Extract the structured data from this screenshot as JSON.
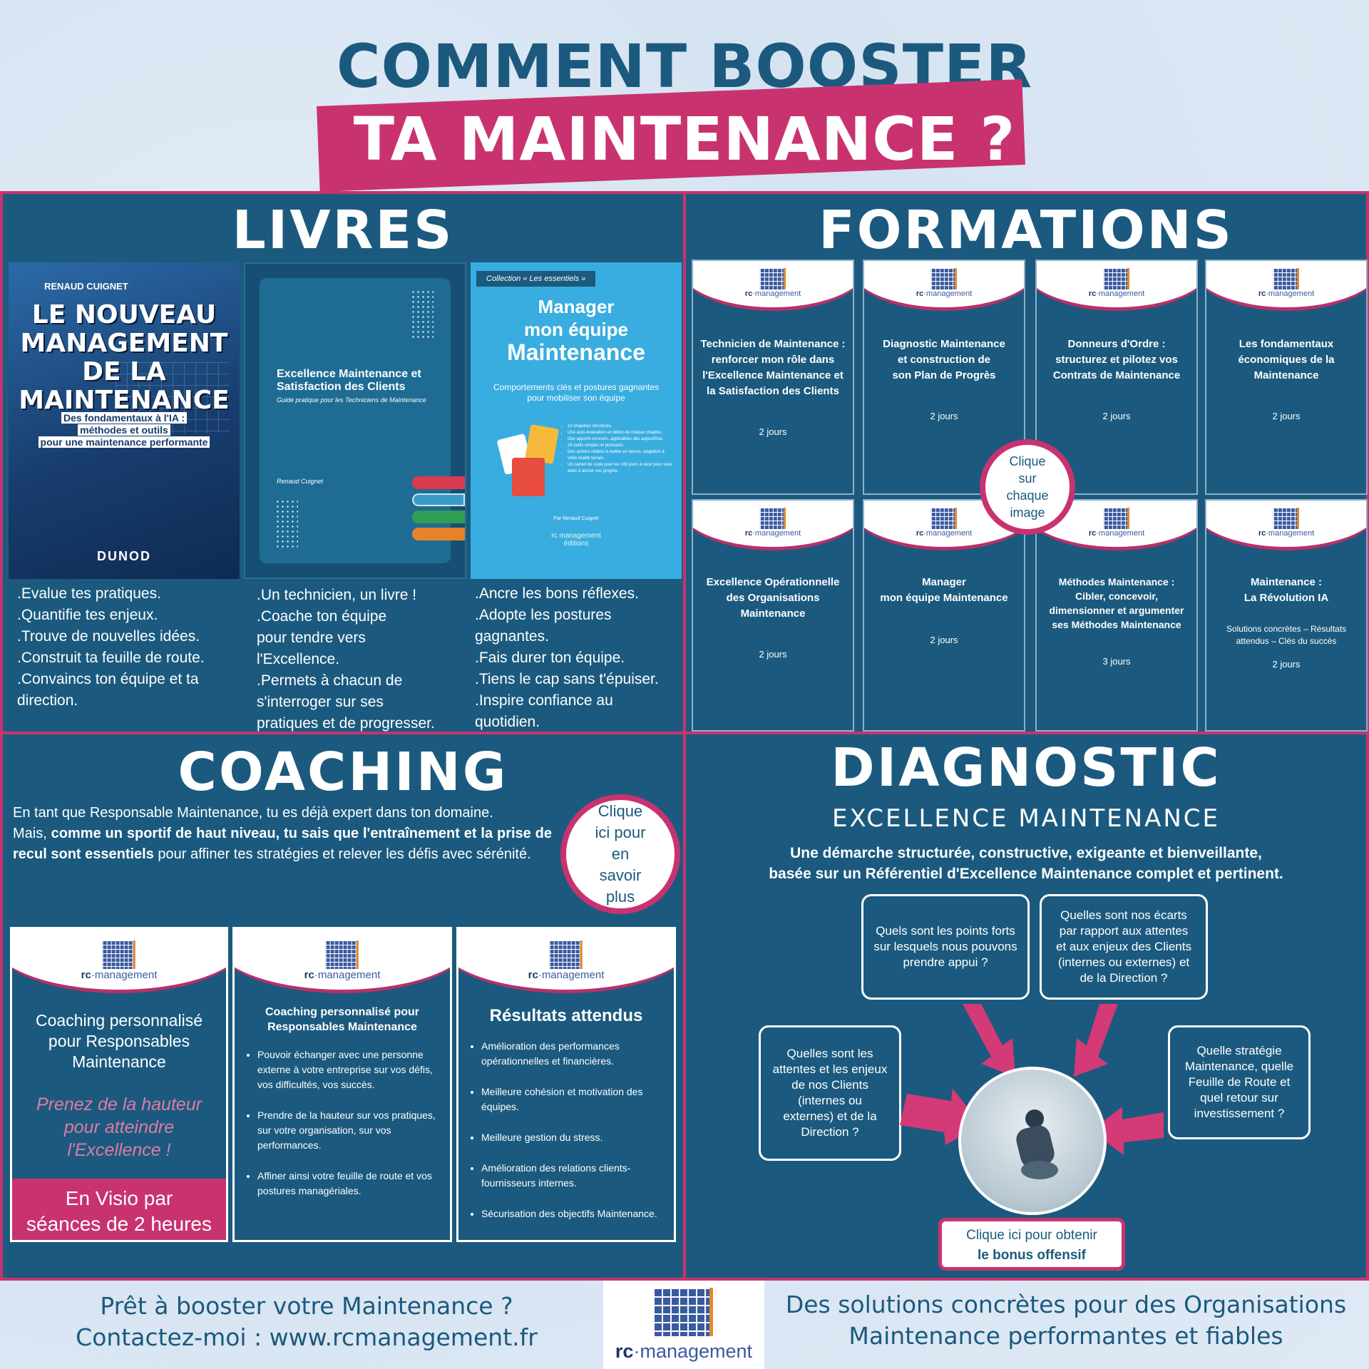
{
  "header": {
    "line1": "COMMENT BOOSTER",
    "line2": "TA MAINTENANCE ?"
  },
  "livres": {
    "title": "LIVRES",
    "books": [
      {
        "author": "RENAUD CUIGNET",
        "title_lines": [
          "LE NOUVEAU",
          "MANAGEMENT",
          "DE LA",
          "MAINTENANCE"
        ],
        "subtitle_lines": [
          "Des fondamentaux à l'IA :",
          "méthodes et outils",
          "pour une maintenance performante"
        ],
        "publisher": "DUNOD",
        "bullets": [
          ".Evalue tes pratiques.",
          ".Quantifie tes enjeux.",
          ".Trouve de nouvelles idées.",
          ".Construit ta feuille de route.",
          ".Convaincs ton équipe et ta",
          "direction."
        ]
      },
      {
        "title": "Excellence Maintenance et Satisfaction des Clients",
        "subtitle": "Guide pratique pour les Techniciens de Maintenance",
        "author": "Renaud Cuignet",
        "bullets": [
          ".Un technicien, un livre !",
          ".Coache ton équipe",
          "pour tendre vers",
          "l'Excellence.",
          ".Permets à chacun de",
          "s'interroger sur ses",
          "pratiques et de progresser."
        ]
      },
      {
        "collection": "Collection « Les essentiels »",
        "title_lines": [
          "Manager",
          "mon équipe",
          "Maintenance"
        ],
        "subtitle": "Comportements clés et postures gagnantes pour mobiliser son équipe",
        "list": [
          "10 chapitres structurés.",
          "Une auto-évaluation en début de chaque chapitre.",
          "Des apports concrets, applicables dès aujourd'hui.",
          "24 outils simples et puissants.",
          "Des actions ciblées à mettre en œuvre, adaptées à votre réalité terrain.",
          "Un carnet de route pour les 100 jours à venir pour vous aider à ancrer vos progrès."
        ],
        "author": "Par Renaud Cuignet",
        "brand": "rc management",
        "brand2": "éditions",
        "bullets": [
          ".Ancre les bons réflexes.",
          ".Adopte les postures",
          "gagnantes.",
          ".Fais durer ton équipe.",
          ".Tiens le cap sans t'épuiser.",
          ".Inspire confiance au",
          "quotidien."
        ]
      }
    ]
  },
  "logo": {
    "rc": "rc",
    "sep": "·",
    "name": "management"
  },
  "formations": {
    "title": "FORMATIONS",
    "cards": [
      {
        "lines": [
          "Technicien de Maintenance :",
          "renforcer mon rôle dans",
          "l'Excellence Maintenance et",
          "la Satisfaction des Clients"
        ],
        "days": "2 jours"
      },
      {
        "lines": [
          "Diagnostic Maintenance",
          "et construction de",
          "son Plan de Progrès"
        ],
        "days": "2 jours"
      },
      {
        "lines": [
          "Donneurs d'Ordre :",
          "structurez et pilotez vos",
          "Contrats de Maintenance"
        ],
        "days": "2 jours"
      },
      {
        "lines": [
          "Les fondamentaux",
          "économiques de la",
          "Maintenance"
        ],
        "days": "2 jours"
      },
      {
        "lines": [
          "Excellence Opérationnelle",
          "des Organisations",
          "Maintenance"
        ],
        "days": "2 jours"
      },
      {
        "lines": [
          "Manager",
          "mon équipe Maintenance"
        ],
        "days": "2 jours"
      },
      {
        "lines": [
          "Méthodes Maintenance :",
          "Cibler, concevoir,",
          "dimensionner et argumenter",
          "ses Méthodes Maintenance"
        ],
        "days": "3 jours"
      },
      {
        "lines": [
          "Maintenance :",
          "La Révolution IA"
        ],
        "extra": [
          "Solutions concrètes – Résultats",
          "attendus – Clés du succès"
        ],
        "days": "2 jours"
      }
    ],
    "click_lines": [
      "Clique",
      "sur",
      "chaque",
      "image"
    ]
  },
  "coaching": {
    "title": "COACHING",
    "intro1": "En tant que Responsable Maintenance, tu es déjà expert dans ton domaine.",
    "intro2a": "Mais, ",
    "intro2b": "comme un sportif de haut niveau, tu sais que l'entraînement et la prise de recul sont essentiels",
    "intro2c": " pour affiner tes stratégies et relever les défis avec sérénité.",
    "click_lines": [
      "Clique",
      "ici pour",
      "en",
      "savoir",
      "plus"
    ],
    "card1": {
      "lines": [
        "Coaching personnalisé",
        "pour Responsables",
        "Maintenance"
      ],
      "slogan": [
        "Prenez de la hauteur",
        "pour atteindre",
        "l'Excellence !"
      ],
      "visio": [
        "En Visio par",
        "séances de 2 heures"
      ]
    },
    "card2": {
      "title_lines": [
        "Coaching personnalisé pour",
        "Responsables Maintenance"
      ],
      "bullets": [
        "Pouvoir échanger avec une personne externe à votre entreprise sur vos défis, vos difficultés, vos succès.",
        "Prendre de la hauteur sur vos pratiques, sur votre organisation, sur vos performances.",
        "Affiner ainsi votre feuille de route et vos postures managériales."
      ]
    },
    "card3": {
      "title": "Résultats attendus",
      "bullets": [
        "Amélioration des performances opérationnelles et financières.",
        "Meilleure cohésion et motivation des équipes.",
        "Meilleure gestion du stress.",
        "Amélioration des relations clients-fournisseurs internes.",
        "Sécurisation des objectifs Maintenance."
      ]
    }
  },
  "diagnostic": {
    "title": "DIAGNOSTIC",
    "subtitle": "EXCELLENCE MAINTENANCE",
    "desc_lines": [
      "Une démarche structurée, constructive, exigeante et bienveillante,",
      "basée sur un Référentiel d'Excellence Maintenance complet et pertinent."
    ],
    "q1": [
      "Quels sont les points forts",
      "sur lesquels nous pouvons",
      "prendre appui ?"
    ],
    "q2": [
      "Quelles sont nos écarts",
      "par rapport aux attentes",
      "et aux enjeux des Clients",
      "(internes ou externes) et",
      "de la Direction ?"
    ],
    "q3": [
      "Quelles sont les",
      "attentes et les enjeux",
      "de nos Clients",
      "(internes ou",
      "externes) et de la",
      "Direction ?"
    ],
    "q4": [
      "Quelle stratégie",
      "Maintenance, quelle",
      "Feuille de Route et",
      "quel retour sur",
      "investissement ?"
    ],
    "bonus1": "Clique ici pour obtenir",
    "bonus2": "le bonus offensif"
  },
  "footer": {
    "left1": "Prêt à booster votre Maintenance ?",
    "left2": "Contactez-moi : www.rcmanagement.fr",
    "right1": "Des solutions concrètes pour des Organisations",
    "right2": "Maintenance performantes et fiables"
  },
  "colors": {
    "navy": "#1b5a7e",
    "pink": "#c8336f",
    "white": "#ffffff"
  }
}
